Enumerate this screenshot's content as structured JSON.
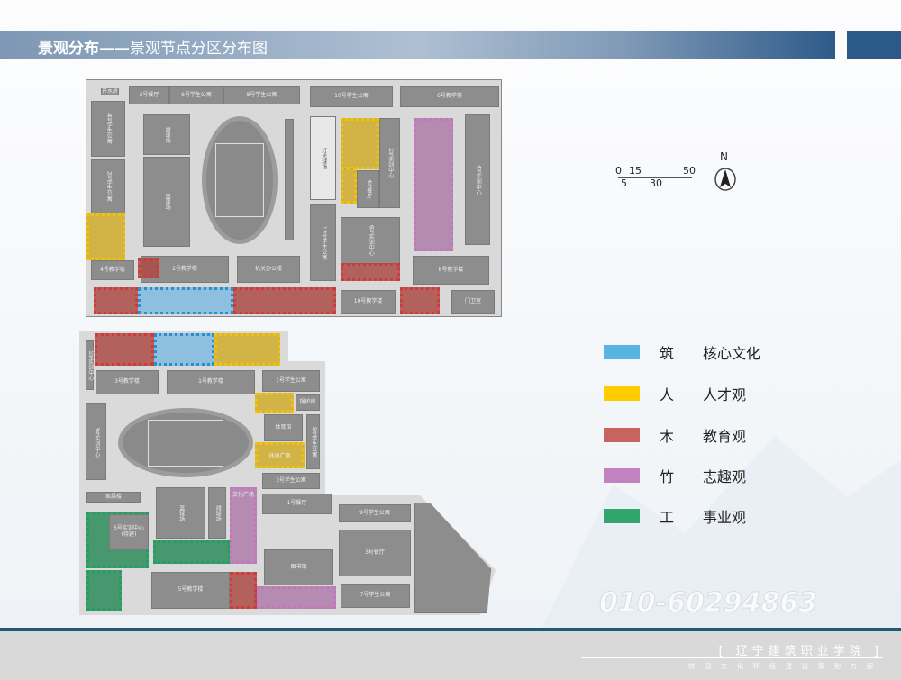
{
  "header": {
    "title_bold": "景观分布——",
    "title_rest": "景观节点分区分布图"
  },
  "map1": {
    "labels": [
      "开水房",
      "2号餐厅",
      "6号学生公寓",
      "8号学生公寓",
      "10号学生公寓",
      "6号教学楼",
      "4号学生公寓",
      "2号学生公寓",
      "排球场",
      "篮球场",
      "灯光球场",
      "2号实训中心",
      "4号餐厅",
      "4号实训中心",
      "12号学生公寓",
      "6号实训中心",
      "8号教学楼",
      "4号教学楼",
      "2号教学楼",
      "机关办公楼",
      "10号教学楼",
      "门卫室"
    ]
  },
  "map2": {
    "labels": [
      "1号实训中心",
      "3号教学楼",
      "1号教学楼",
      "1号学生公寓",
      "锅炉房",
      "3号实训中心",
      "体育馆",
      "5号学生公寓",
      "休闲广场",
      "3号学生公寓",
      "家属楼",
      "篮球场",
      "排球场",
      "文化广场",
      "5号实训中心(待建)",
      "1号餐厅",
      "9号学生公寓",
      "3号餐厅",
      "图书馆",
      "5号教学楼",
      "7号学生公寓"
    ]
  },
  "scale_bar": {
    "top": [
      "0",
      "15",
      "50"
    ],
    "bottom": [
      "5",
      "30"
    ],
    "north": "N"
  },
  "legend": [
    {
      "char": "筑",
      "label": "核心文化",
      "color": "#5ab4e3"
    },
    {
      "char": "人",
      "label": "人才观",
      "color": "#ffcc00"
    },
    {
      "char": "木",
      "label": "教育观",
      "color": "#c86460"
    },
    {
      "char": "竹",
      "label": "志趣观",
      "color": "#c083bf"
    },
    {
      "char": "工",
      "label": "事业观",
      "color": "#32a56e"
    }
  ],
  "watermark": "010-60294863",
  "footer": {
    "school": "[ 辽宁建筑职业学院 ]",
    "subtitle": "校园文化环境建设策划方案"
  }
}
